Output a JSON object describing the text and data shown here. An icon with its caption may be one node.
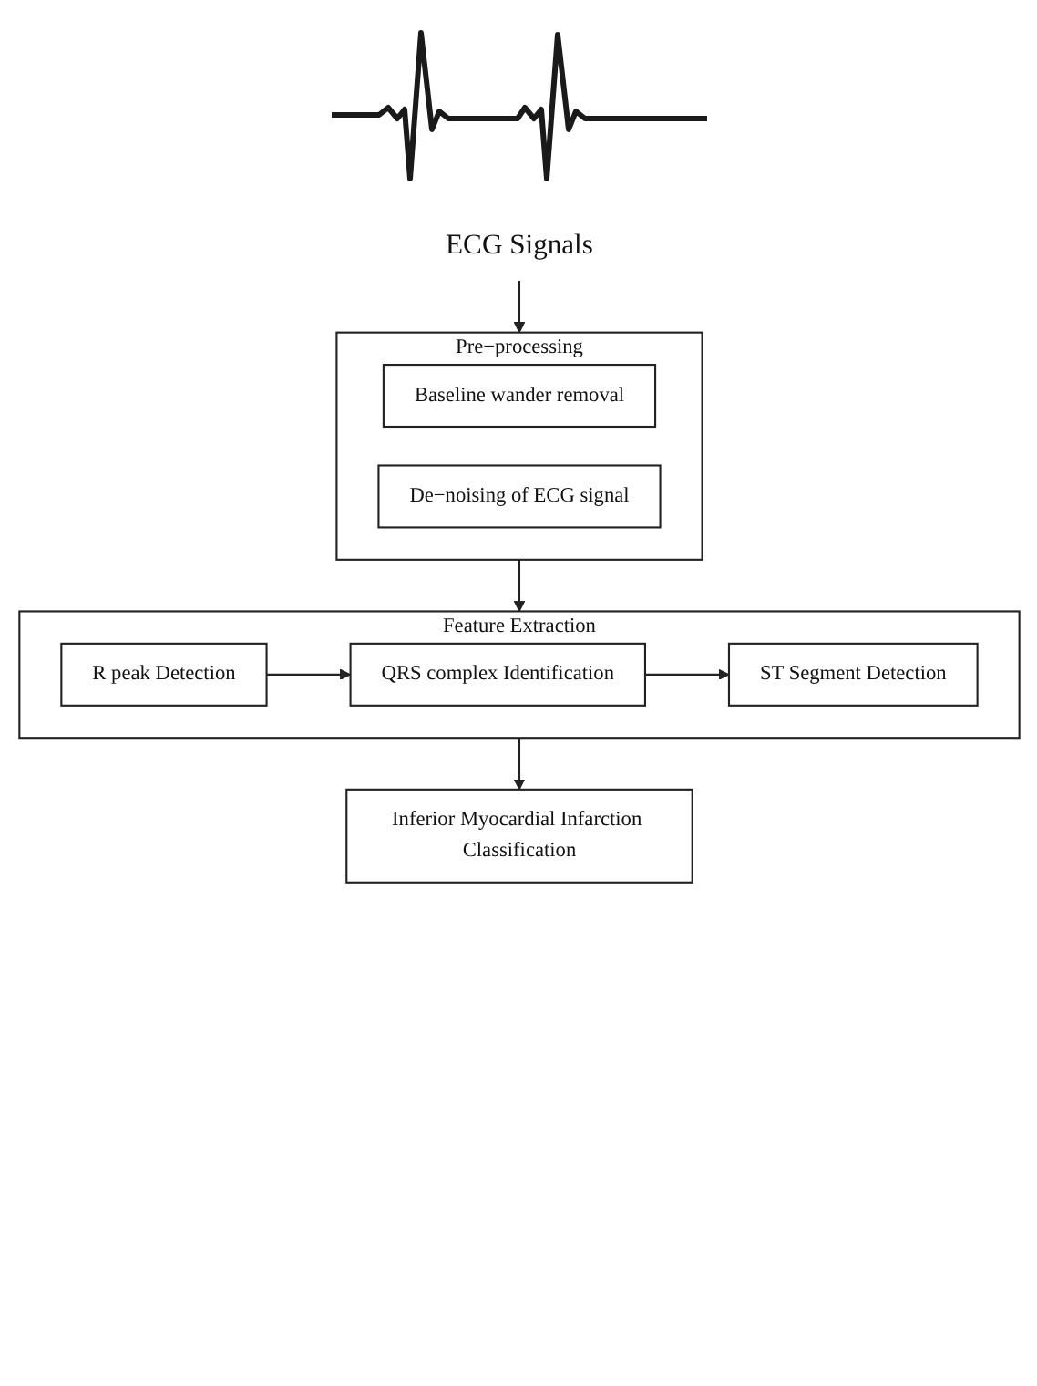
{
  "diagram": {
    "nodes": [
      {
        "text": [
          "ECG Signals"
        ]
      },
      {
        "text": [
          "Pre−processing"
        ]
      },
      {
        "text": [
          "Baseline wander removal"
        ],
        "in": 1
      },
      {
        "text": [
          "De−noising of ECG signal"
        ],
        "in": 1
      },
      {
        "text": [
          "Feature Extraction"
        ]
      },
      {
        "text": [
          "R peak Detection"
        ],
        "in": 4
      },
      {
        "text": [
          "QRS complex Identification"
        ],
        "in": 4
      },
      {
        "text": [
          "ST Segment Detection"
        ],
        "in": 4
      },
      {
        "text": [
          "Inferior Myocardial Infarction Classification"
        ]
      }
    ],
    "edges": [
      {
        "from": 0,
        "to": 1,
        "arrow": "to"
      },
      {
        "from": 1,
        "to": 4,
        "arrow": "to"
      },
      {
        "from": 5,
        "to": 6,
        "arrow": "to"
      },
      {
        "from": 6,
        "to": 7,
        "arrow": "to"
      },
      {
        "from": 4,
        "to": 8,
        "arrow": "to"
      }
    ]
  }
}
